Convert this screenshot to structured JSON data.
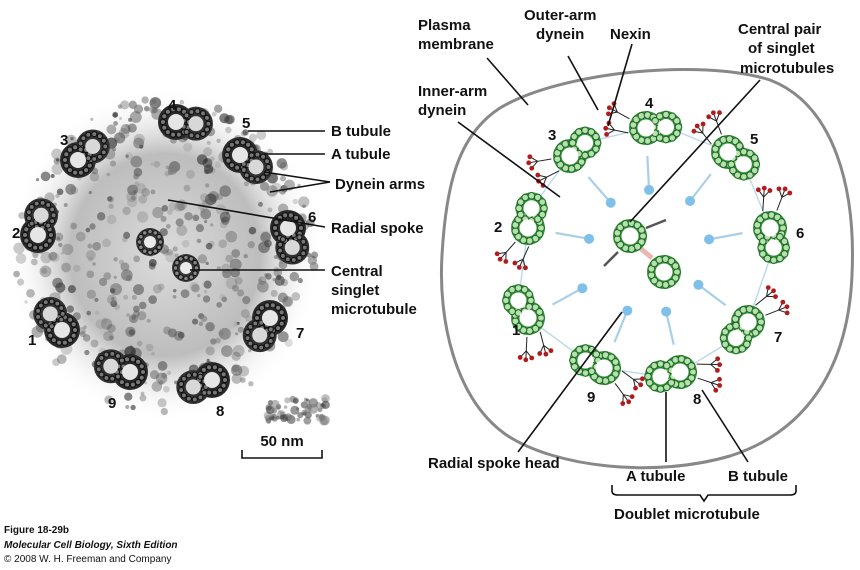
{
  "micrograph": {
    "doublet_numbers": [
      "1",
      "2",
      "3",
      "4",
      "5",
      "6",
      "7",
      "8",
      "9"
    ],
    "labels": {
      "b_tubule": "B tubule",
      "a_tubule": "A tubule",
      "dynein_arms": "Dynein arms",
      "radial_spoke": "Radial spoke",
      "central_singlet_1": "Central",
      "central_singlet_2": "singlet",
      "central_singlet_3": "microtubule"
    },
    "scale_bar": "50 nm"
  },
  "diagram": {
    "doublet_numbers": [
      "1",
      "2",
      "3",
      "4",
      "5",
      "6",
      "7",
      "8",
      "9"
    ],
    "labels": {
      "plasma_membrane_1": "Plasma",
      "plasma_membrane_2": "membrane",
      "outer_arm_1": "Outer-arm",
      "outer_arm_2": "dynein",
      "nexin": "Nexin",
      "central_pair_1": "Central pair",
      "central_pair_2": "of singlet",
      "central_pair_3": "microtubules",
      "inner_arm_1": "Inner-arm",
      "inner_arm_2": "dynein",
      "radial_spoke_head": "Radial spoke head",
      "a_tubule": "A tubule",
      "b_tubule": "B tubule",
      "doublet_microtubule": "Doublet microtubule"
    },
    "colors": {
      "tubule_fill": "#3a9a3e",
      "subunit_fill": "#b7e0b0",
      "spoke": "#a9cfe8",
      "spoke_head": "#7fc0ea",
      "dynein_knob": "#b01c1c",
      "membrane": "#888888",
      "nexin_link": "#e7b8b0"
    }
  },
  "caption": {
    "figure": "Figure 18-29b",
    "book": "Molecular Cell Biology, Sixth Edition",
    "copyright": "© 2008 W. H. Freeman and Company"
  }
}
